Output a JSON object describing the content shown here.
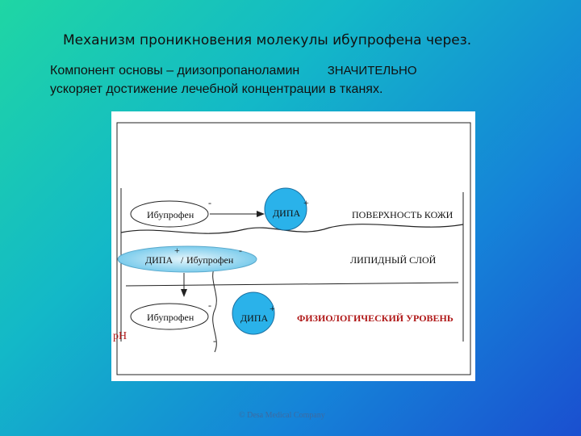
{
  "slide": {
    "title": "Механизм проникновения молекулы ибупрофена через.",
    "subtitle_part1": "Компонент основы – диизопропаноламин",
    "subtitle_emphasis": "ЗНАЧИТЕЛЬНО",
    "subtitle_line2": "ускоряет достижение лечебной концентрации в тканях.",
    "footer": "© Desa Medical Company"
  },
  "diagram": {
    "row1": {
      "ibuprofen_label": "Ибупрофен",
      "ibuprofen_charge": "-",
      "dipa_label": "ДИПА",
      "dipa_charge": "+",
      "layer_label": "ПОВЕРХНОСТЬ КОЖИ"
    },
    "row2": {
      "complex_label_a": "ДИПА",
      "complex_label_b": "Ибупрофен",
      "complex_charge_plus": "+",
      "complex_charge_minus": "-",
      "layer_label": "ЛИПИДНЫЙ СЛОЙ"
    },
    "row3": {
      "ibuprofen_label": "Ибупрофен",
      "ibuprofen_charge": "-",
      "dipa_label": "ДИПА",
      "dipa_charge": "+",
      "layer_label": "ФИЗИОЛОГИЧЕСКИЙ УРОВЕНЬ"
    },
    "ph_label": "рН",
    "colors": {
      "ellipse_fill": "#2ab2ea",
      "lipid_fill": "#a8dff2",
      "accent_red": "#b01818"
    }
  }
}
